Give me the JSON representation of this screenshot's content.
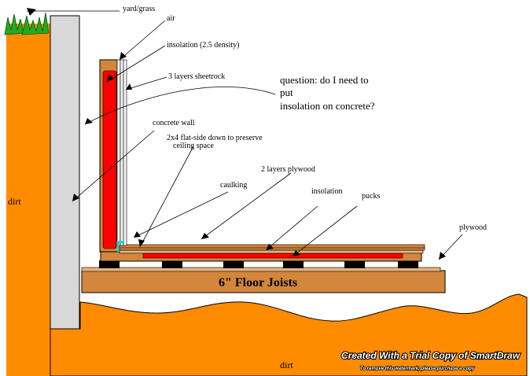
{
  "labels": {
    "yard_grass": "yard/grass",
    "air": "air",
    "insolation_density": "insolation (2.5 density)",
    "sheetrock": "3 layers sheetrock",
    "question_line1": "question: do I need to",
    "question_line2": "put",
    "question_line3": "insolation on concrete?",
    "concrete_wall": "concrete wall",
    "flat_side_line1": "2x4 flat-side down to preserve",
    "flat_side_line2": "ceiling space",
    "plywood_layers": "2 layers plywood",
    "caulking": "caulking",
    "insolation": "insolation",
    "pucks": "pucks",
    "plywood": "plywood",
    "dirt_left": "dirt",
    "dirt_bottom": "dirt",
    "floor_joists": "6\" Floor Joists"
  },
  "watermark": {
    "line1": "Created With a Trial Copy of SmartDraw",
    "line2": "To remove this watermark, please purchase a copy"
  },
  "colors": {
    "dirt": "#ff8c00",
    "wood": "#d2873c",
    "insulation": "#ff0000",
    "concrete": "#d8d8d8",
    "grass": "#22aa22",
    "puck": "#000000",
    "caulking": "#22cccc"
  }
}
